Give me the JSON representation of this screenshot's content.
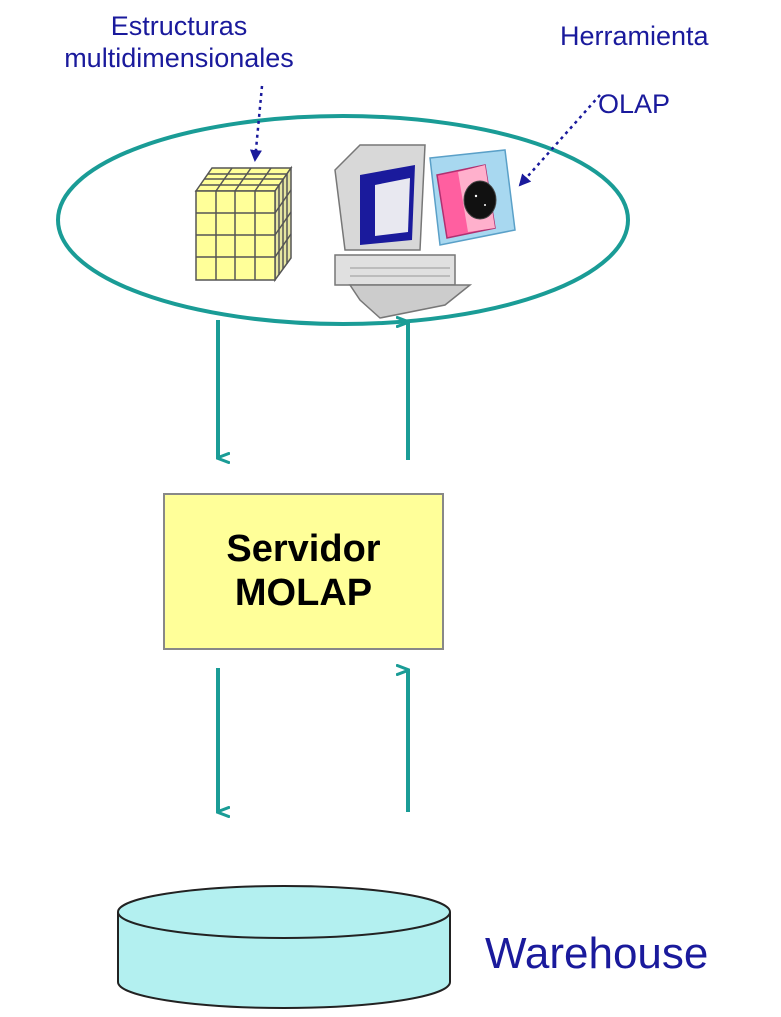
{
  "labels": {
    "estructuras_line1": "Estructuras",
    "estructuras_line2": "multidimensionales",
    "herramienta": "Herramienta",
    "olap": "OLAP",
    "warehouse": "Warehouse"
  },
  "server": {
    "line1": "Servidor",
    "line2": "MOLAP"
  },
  "icons": {
    "cube": "multidimensional-cube-icon",
    "computer": "computer-icon",
    "database": "database-cylinder-icon"
  },
  "colors": {
    "arrow": "#1a9c96",
    "ellipse": "#1a9c96",
    "label_text": "#1a1a9c",
    "server_fill": "#ffff99",
    "database_fill": "#b3f0f0",
    "cube_fill": "#ffff99"
  }
}
